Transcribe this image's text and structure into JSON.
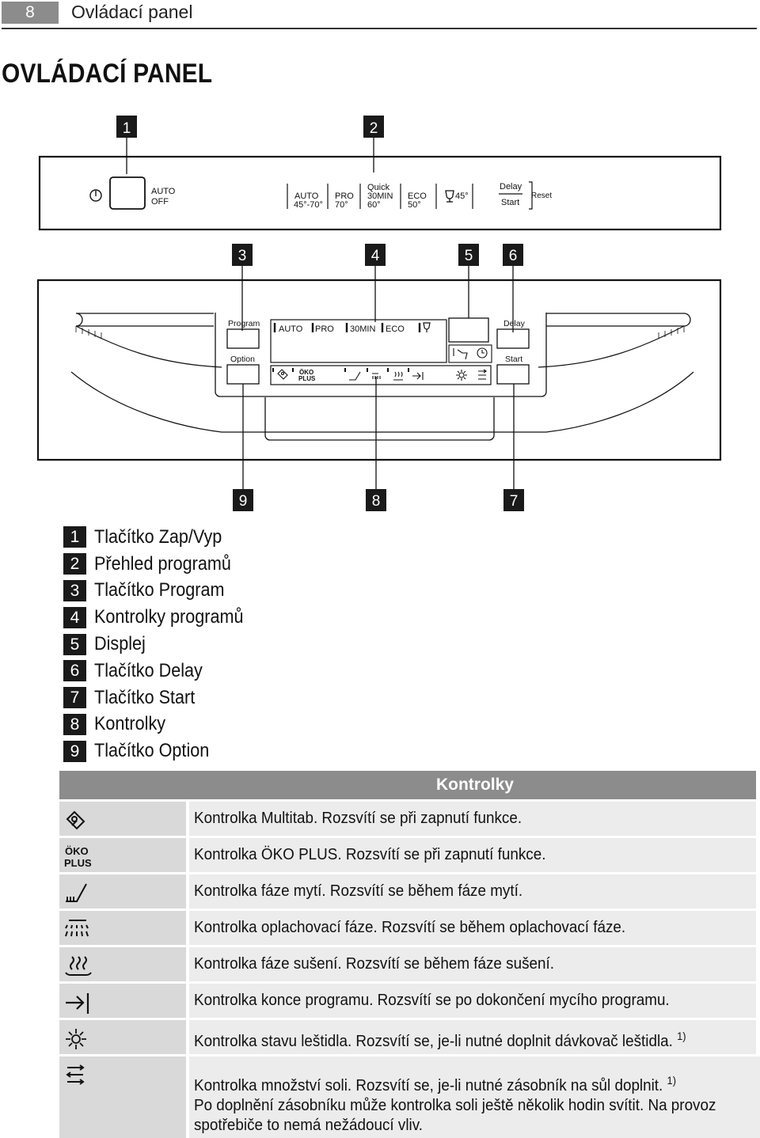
{
  "header": {
    "page_number": "8",
    "section_title": "Ovládací panel"
  },
  "title": "OVLÁDACÍ PANEL",
  "diagram": {
    "callouts_top": [
      "1",
      "2",
      "3",
      "4",
      "5",
      "6"
    ],
    "callouts_bottom": [
      "9",
      "8",
      "7"
    ],
    "top_panel": {
      "auto_off": [
        "AUTO",
        "OFF"
      ],
      "programs": [
        {
          "l1": "",
          "l2": "AUTO",
          "l3": "45°-70°"
        },
        {
          "l1": "",
          "l2": "PRO",
          "l3": "70°"
        },
        {
          "l1": "Quick",
          "l2": "30MIN",
          "l3": "60°"
        },
        {
          "l1": "",
          "l2": "ECO",
          "l3": "50°"
        }
      ],
      "glass_temp": "45°",
      "delay": "Delay",
      "start": "Start",
      "reset": "Reset"
    },
    "front_panel": {
      "program_label": "Program",
      "option_label": "Option",
      "delay_label": "Delay",
      "start_label": "Start",
      "program_indicators": [
        "AUTO",
        "PRO",
        "30MIN",
        "ECO"
      ],
      "oko_plus": [
        "ÖKO",
        "PLUS"
      ]
    }
  },
  "legend": [
    {
      "num": "1",
      "label": "Tlačítko Zap/Vyp"
    },
    {
      "num": "2",
      "label": "Přehled programů"
    },
    {
      "num": "3",
      "label": "Tlačítko Program"
    },
    {
      "num": "4",
      "label": "Kontrolky programů"
    },
    {
      "num": "5",
      "label": "Displej"
    },
    {
      "num": "6",
      "label": "Tlačítko Delay"
    },
    {
      "num": "7",
      "label": "Tlačítko Start"
    },
    {
      "num": "8",
      "label": "Kontrolky"
    },
    {
      "num": "9",
      "label": "Tlačítko Option"
    }
  ],
  "table": {
    "heading": "Kontrolky",
    "rows": [
      {
        "icon": "multitab-icon",
        "text": "Kontrolka Multitab. Rozsvítí se při zapnutí funkce."
      },
      {
        "icon": "oko-plus-icon",
        "icon_text": [
          "ÖKO",
          "PLUS"
        ],
        "text": "Kontrolka ÖKO PLUS. Rozsvítí se při zapnutí funkce."
      },
      {
        "icon": "wash-phase-icon",
        "text": "Kontrolka fáze mytí. Rozsvítí se během fáze mytí."
      },
      {
        "icon": "rinse-phase-icon",
        "text": "Kontrolka oplachovací fáze. Rozsvítí se během oplachovací fáze."
      },
      {
        "icon": "drying-phase-icon",
        "text": "Kontrolka fáze sušení. Rozsvítí se během fáze sušení."
      },
      {
        "icon": "end-icon",
        "text": "Kontrolka konce programu. Rozsvítí se po dokončení mycího programu."
      },
      {
        "icon": "rinse-aid-icon",
        "text": "Kontrolka stavu leštidla. Rozsvítí se, je-li nutné doplnit dávkovač leštidla.",
        "note": "1)"
      },
      {
        "icon": "salt-icon",
        "text": "Kontrolka množství soli. Rozsvítí se, je-li nutné zásobník na sůl doplnit.",
        "note": "1)",
        "extra_lines": [
          "Po doplnění zásobníku může kontrolka soli ještě několik hodin svítit. Na provoz",
          "spotřebiče to nemá nežádoucí vliv."
        ]
      }
    ]
  }
}
